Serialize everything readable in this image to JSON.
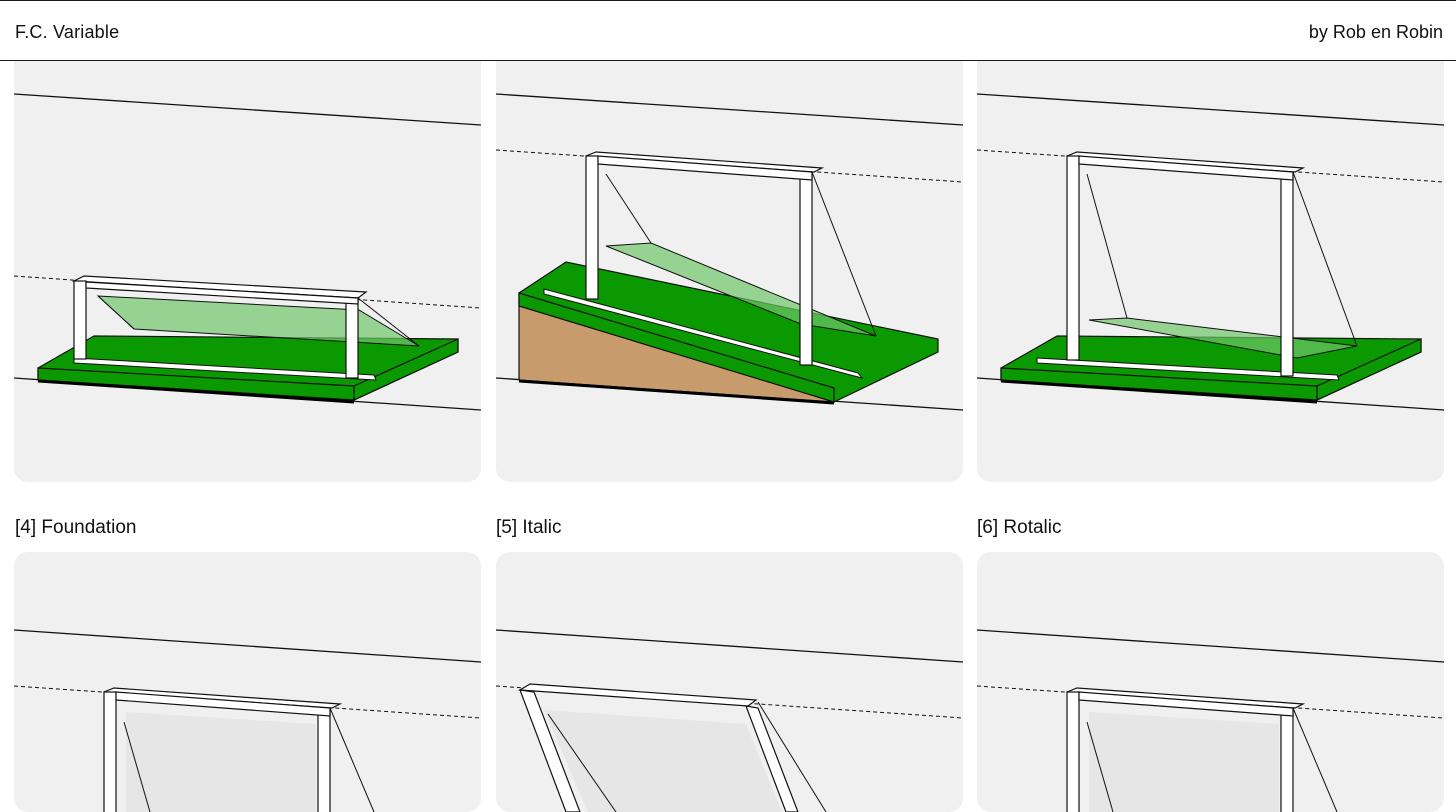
{
  "header": {
    "title": "F.C. Variable",
    "credit": "by Rob en Robin"
  },
  "cards": [
    {
      "caption": "",
      "variant": "flat-low-goal"
    },
    {
      "caption": "",
      "variant": "slope-goal"
    },
    {
      "caption": "",
      "variant": "flat-tall-goal"
    },
    {
      "caption": "[4] Foundation",
      "variant": "foundation"
    },
    {
      "caption": "[5] Italic",
      "variant": "italic"
    },
    {
      "caption": "[6] Rotalic",
      "variant": "rotalic"
    }
  ],
  "colors": {
    "pitch_green": "#0a9900",
    "pitch_dark": "#2a8a1a",
    "net_green": "#6fc46a",
    "soil": "#c89b6c",
    "card_bg": "#f0f0f0",
    "frame_white": "#ffffff",
    "line": "#111111"
  }
}
